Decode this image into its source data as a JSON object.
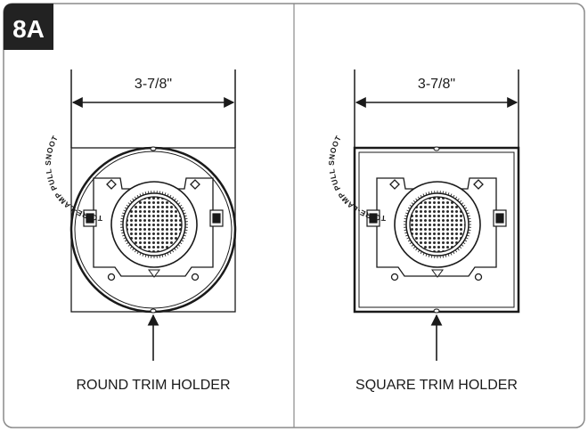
{
  "figure": {
    "badge": "8A",
    "panels": [
      {
        "dimension": "3-7/8\"",
        "label": "ROUND TRIM HOLDER",
        "ring_text": "TO RE-LAMP  PULL SNOOT"
      },
      {
        "dimension": "3-7/8\"",
        "label": "SQUARE TRIM HOLDER",
        "ring_text": "TO RE-LAMP  PULL SNOOT"
      }
    ]
  },
  "colors": {
    "frame": "#8a8a8a",
    "ink": "#1a1a1a",
    "badge_bg": "#222222",
    "badge_text": "#ffffff"
  }
}
